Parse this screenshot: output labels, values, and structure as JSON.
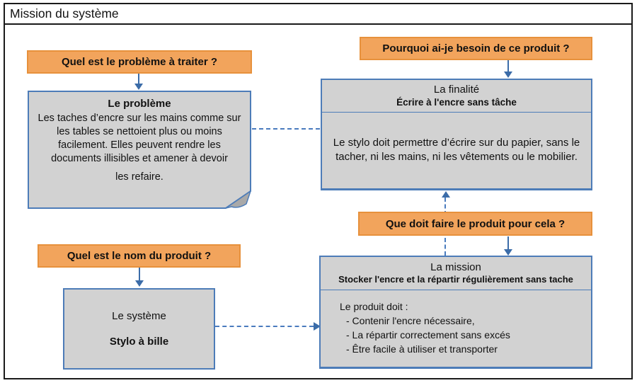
{
  "title": "Mission du système",
  "colors": {
    "question_fill": "#F2A45C",
    "question_border": "#E7913C",
    "box_fill": "#D2D2D2",
    "box_border": "#4D7CB8",
    "note_fold": "#A9A9A9",
    "arrow_solid": "#3B6CA8",
    "arrow_dashed": "#4A7BBE",
    "frame_border": "#1A1A1A"
  },
  "questions": {
    "problem": "Quel est le problème à traiter ?",
    "why": "Pourquoi ai-je besoin de ce produit ?",
    "what": "Que doit faire le produit pour cela ?",
    "name": "Quel est le nom du produit ?"
  },
  "problem_box": {
    "title": "Le problème",
    "body": "Les taches d’encre sur les mains comme sur les tables se nettoient plus ou moins facilement. Elles peuvent rendre les documents illisibles et amener à devoir",
    "body_last": "les refaire."
  },
  "finality_box": {
    "title": "La finalité",
    "subtitle": "Écrire à l'encre sans tâche",
    "body": "Le stylo doit permettre d’écrire sur du papier, sans le tacher, ni les mains, ni les vêtements ou le mobilier."
  },
  "mission_box": {
    "title": "La mission",
    "subtitle": "Stocker l'encre et la répartir régulièrement sans tache",
    "intro": "Le produit doit :",
    "items": [
      "- Contenir l'encre nécessaire,",
      "- La répartir correctement sans excés",
      "- Être facile à utiliser et transporter"
    ]
  },
  "system_box": {
    "title": "Le système",
    "name": "Stylo à bille"
  }
}
